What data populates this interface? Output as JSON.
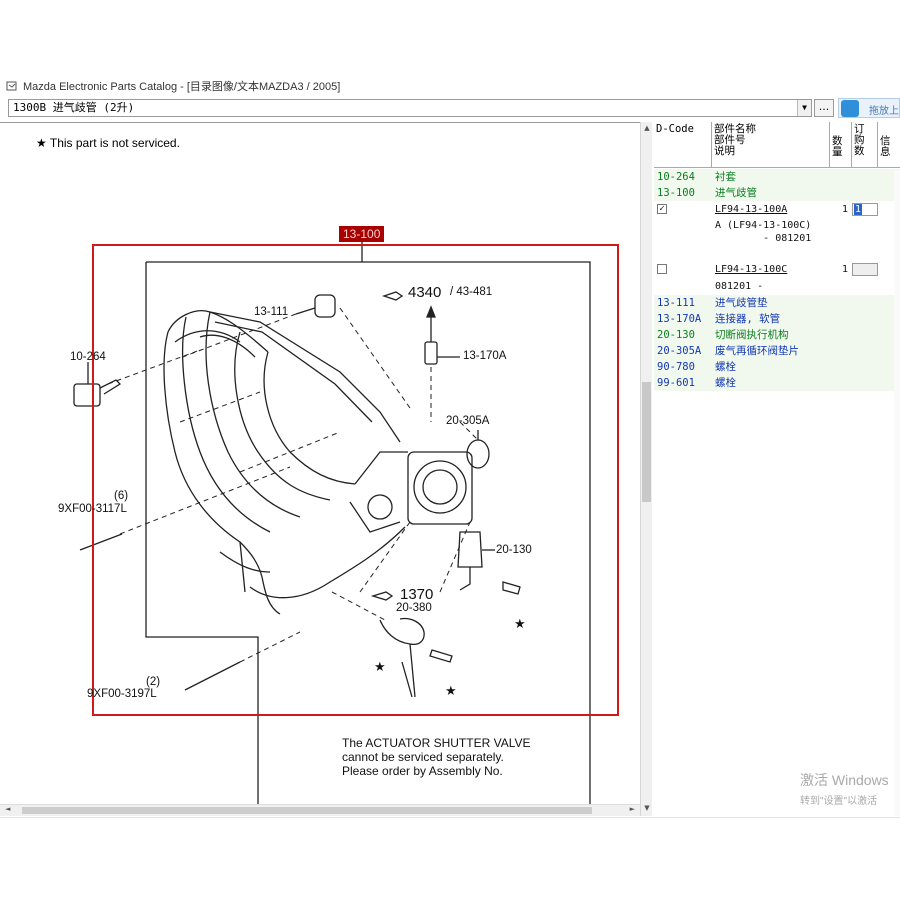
{
  "window": {
    "title": "Mazda Electronic Parts Catalog - [目录图像/文本MAZDA3 / 2005]"
  },
  "toolbar": {
    "combo_value": "1300B  进气歧管 (2升)",
    "combo_arrow": "▼",
    "dots_label": "...",
    "tool_label": "拖放上"
  },
  "diagram": {
    "star_note": "★ This part is not serviced.",
    "frame_tag": "13-100",
    "callouts": {
      "c13_111": "13-111",
      "c4340": "4340",
      "c43_481": "/ 43-481",
      "c13_170a": "13-170A",
      "c10_264": "10-264",
      "c20_305a": "20-305A",
      "c6": "(6)",
      "c9xf00_3117l": "9XF00-3117L",
      "c20_130": "20-130",
      "c1370": "1370",
      "c20_380": "20-380",
      "c2": "(2)",
      "c9xf00_3197l": "9XF00-3197L"
    },
    "star_glyph": "★",
    "footnote": {
      "line1": "The ACTUATOR SHUTTER VALVE",
      "line2": "cannot be serviced separately.",
      "line3": "Please order by Assembly No."
    }
  },
  "parts_list": {
    "headers": {
      "dcode": "D-Code",
      "name1": "部件名称",
      "name2": "部件号",
      "name3": "说明",
      "qty1": "数",
      "qty2": "量",
      "order1": "订",
      "order2": "购",
      "order3": "数",
      "extra1": "信",
      "extra2": "息"
    },
    "rows_top": [
      {
        "code": "10-264",
        "name": "衬套",
        "color": "green"
      },
      {
        "code": "13-100",
        "name": "进气歧管",
        "color": "green"
      }
    ],
    "part_a": {
      "checked": "✓",
      "part_no": "LF94-13-100A",
      "qty": "1",
      "order_qty": "1",
      "desc1": "A (LF94-13-100C)",
      "desc2": "        - 081201"
    },
    "part_c": {
      "part_no": "LF94-13-100C",
      "qty": "1",
      "desc1": "081201   -"
    },
    "rows_bottom": [
      {
        "code": "13-111",
        "name": "进气歧管垫",
        "color": "blue"
      },
      {
        "code": "13-170A",
        "name": "连接器, 软管",
        "color": "blue"
      },
      {
        "code": "20-130",
        "name": "切断阀执行机构",
        "color": "green"
      },
      {
        "code": "20-305A",
        "name": "废气再循环阀垫片",
        "color": "blue"
      },
      {
        "code": "90-780",
        "name": "螺栓",
        "color": "blue"
      },
      {
        "code": "99-601",
        "name": "螺栓",
        "color": "blue"
      }
    ]
  },
  "watermark": {
    "line1": "激活 Windows",
    "line2": "转到\"设置\"以激活"
  }
}
